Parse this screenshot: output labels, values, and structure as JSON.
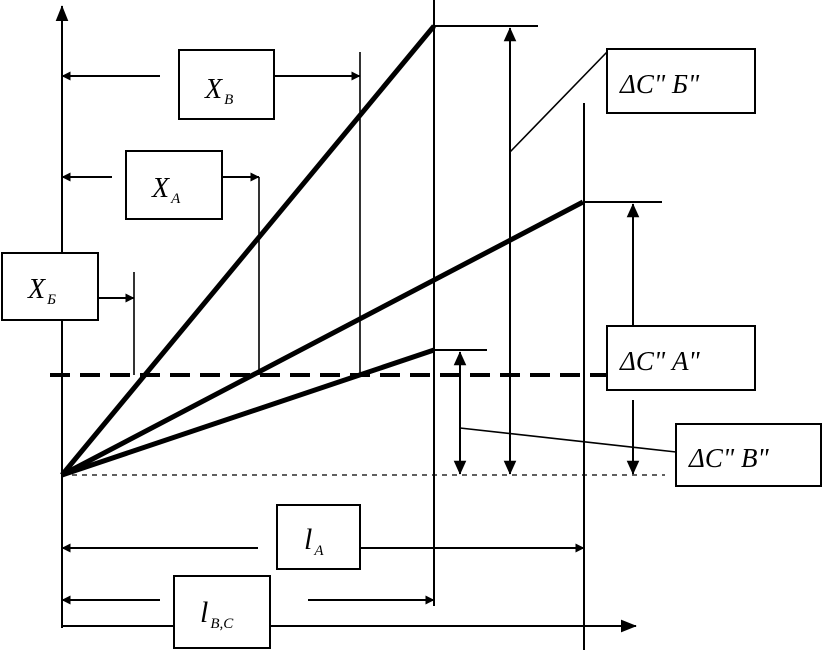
{
  "labels": {
    "xv": {
      "main": "X",
      "sub": "В"
    },
    "xa": {
      "main": "X",
      "sub": "А"
    },
    "xb": {
      "main": "X",
      "sub": "Б"
    },
    "la": {
      "main": "l",
      "sub": "А"
    },
    "lbc": {
      "main": "l",
      "sub": "В,С"
    },
    "dcb": "ΔC\" Б\"",
    "dca": "ΔC\" А\"",
    "dcv": "ΔC\" В\""
  },
  "colors": {
    "line": "#000000",
    "background": "#ffffff"
  }
}
